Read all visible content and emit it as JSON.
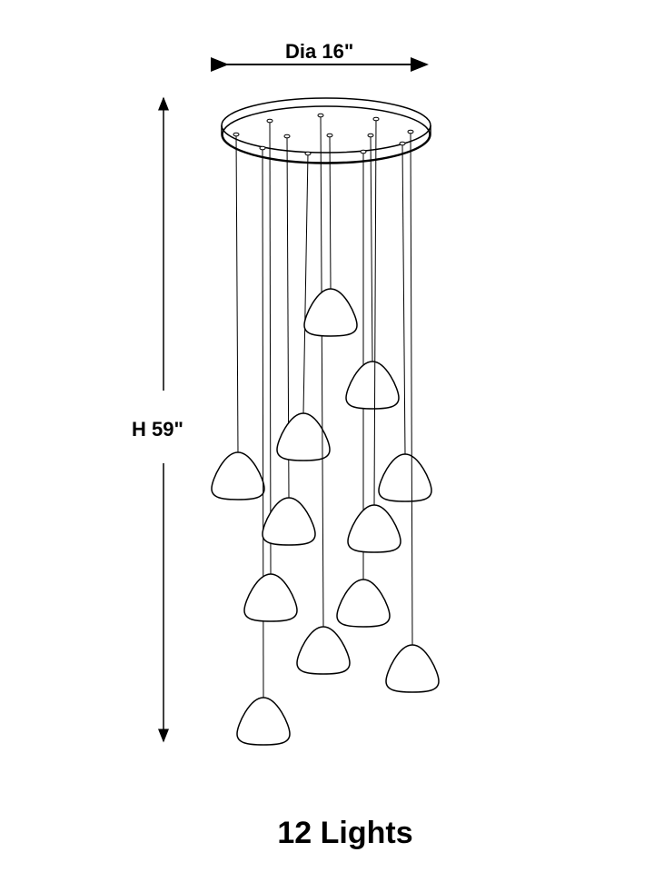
{
  "dimensions": {
    "diameter_label": "Dia 16\"",
    "height_label": "H 59\""
  },
  "caption": "12 Lights",
  "light_count": 12,
  "colors": {
    "line": "#000000",
    "background": "#ffffff"
  }
}
